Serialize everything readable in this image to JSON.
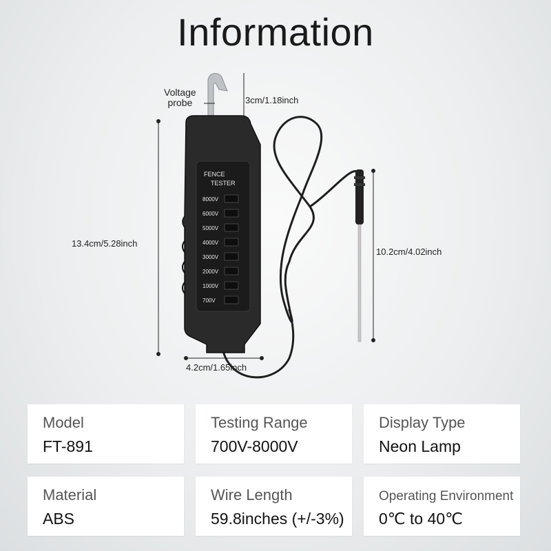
{
  "title": "Information",
  "annotations": {
    "probe_label_line1": "Voltage",
    "probe_label_line2": "probe",
    "hook_size": "3cm/1.18inch",
    "height": "13.4cm/5.28inch",
    "probe_length": "10.2cm/4.02inch",
    "width": "4.2cm/1.65inch"
  },
  "device": {
    "name_line1": "FENCE",
    "name_line2": "TESTER",
    "lamps": [
      "8000V",
      "6000V",
      "5000V",
      "4000V",
      "3000V",
      "2000V",
      "1000V",
      "700V"
    ]
  },
  "specs": [
    {
      "label": "Model",
      "value": "FT-891"
    },
    {
      "label": "Testing Range",
      "value": "700V-8000V"
    },
    {
      "label": "Display Type",
      "value": "Neon Lamp"
    },
    {
      "label": "Material",
      "value": "ABS"
    },
    {
      "label": "Wire Length",
      "value": "59.8inches (+/-3%)"
    },
    {
      "label": "Operating Environment",
      "value": "0℃ to 40℃"
    }
  ]
}
